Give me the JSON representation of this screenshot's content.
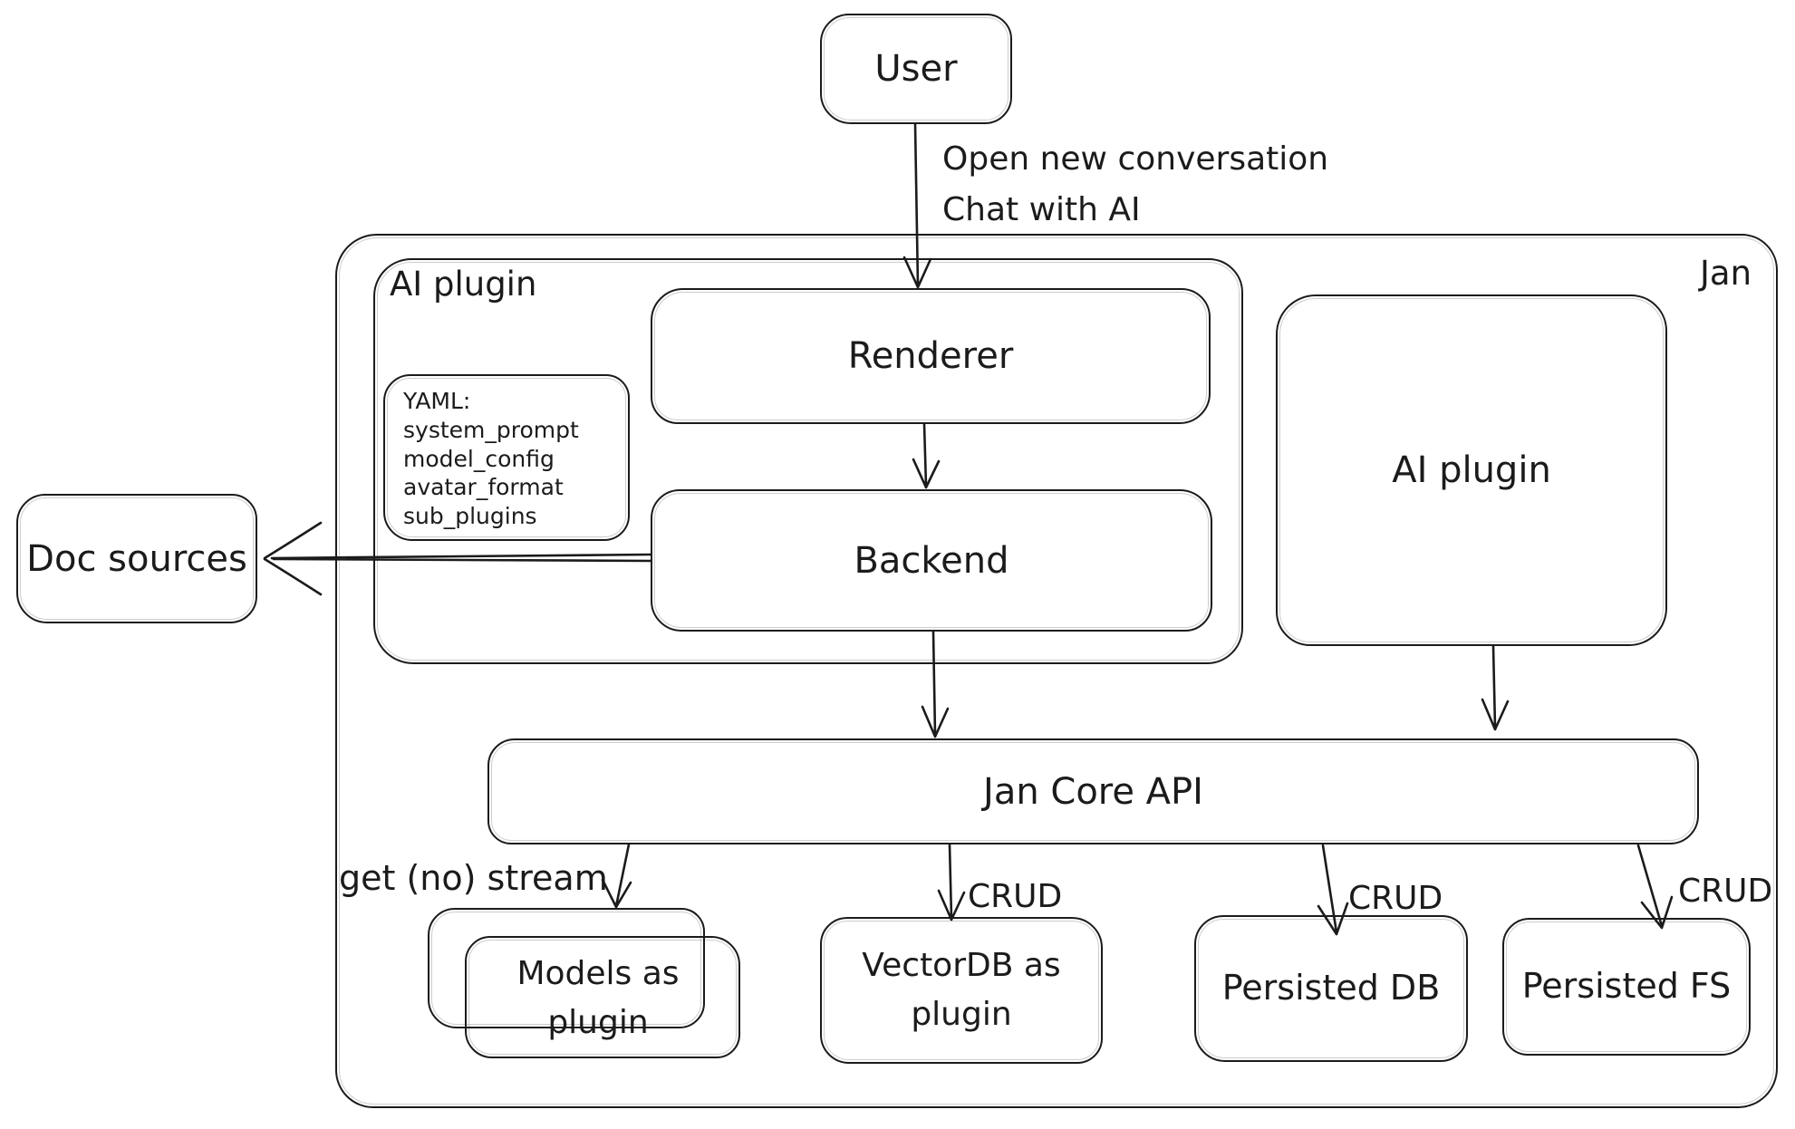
{
  "diagram": {
    "title_note": "Jan app architecture sketch",
    "colors": {
      "stroke": "#1b1b1b",
      "background": "#ffffff"
    },
    "nodes": {
      "user": {
        "label": "User"
      },
      "jan_container": {
        "label": "Jan"
      },
      "ai_plugin_container": {
        "label": "AI plugin"
      },
      "renderer": {
        "label": "Renderer"
      },
      "backend": {
        "label": "Backend"
      },
      "yaml_note": {
        "text": "YAML:\nsystem_prompt\nmodel_config\navatar_format\nsub_plugins"
      },
      "ai_plugin_right": {
        "label": "AI plugin"
      },
      "doc_sources": {
        "label": "Doc sources"
      },
      "jan_core_api": {
        "label": "Jan Core API"
      },
      "models_as_plugin": {
        "label": "Models as\nplugin"
      },
      "vectordb_as_plugin": {
        "label": "VectorDB as\nplugin"
      },
      "persisted_db": {
        "label": "Persisted DB"
      },
      "persisted_fs": {
        "label": "Persisted FS"
      }
    },
    "edge_labels": {
      "user_to_renderer": "Open new conversation\nChat with AI",
      "get_no_stream": "get (no) stream",
      "crud_vectordb": "CRUD",
      "crud_persisted_db": "CRUD",
      "crud_persisted_fs": "CRUD"
    }
  }
}
